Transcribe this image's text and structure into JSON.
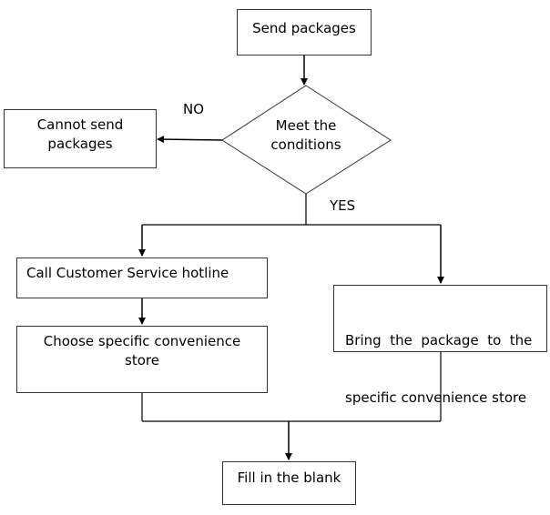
{
  "diagram": {
    "nodes": {
      "send": "Send packages",
      "decision_line1": "Meet the",
      "decision_line2": "conditions",
      "cannot_line1": "Cannot send",
      "cannot_line2": "packages",
      "call": "Call Customer Service hotline",
      "choose_line1": "Choose specific convenience",
      "choose_line2": "store",
      "bring_line1": "Bring  the  package  to  the",
      "bring_line2": "specific convenience store",
      "fill": "Fill in the blank"
    },
    "edge_labels": {
      "no": "NO",
      "yes": "YES"
    },
    "colors": {
      "line": "#000000",
      "border": "#333333"
    }
  }
}
